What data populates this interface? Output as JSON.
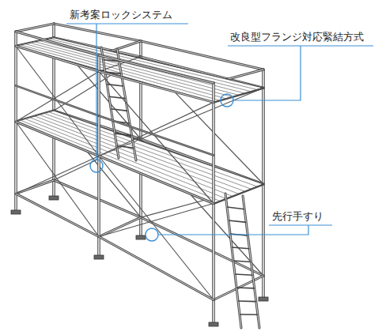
{
  "diagram": {
    "labels": [
      "新考案ロックシステム",
      "改良型フランジ対応緊結方式",
      "先行手すり"
    ]
  }
}
